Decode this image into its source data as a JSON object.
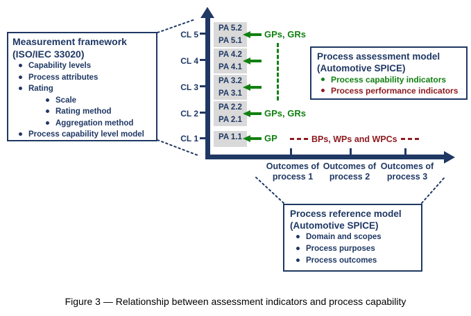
{
  "colors": {
    "navy": "#1F3864",
    "green": "#108010",
    "dark_red": "#8E1B20",
    "pa_box_gray": "#D9D9D9"
  },
  "measurement_box": {
    "title_line1": "Measurement framework",
    "title_line2": "(ISO/IEC 33020)",
    "items": [
      {
        "label": "Capability levels",
        "level": 1
      },
      {
        "label": "Process attributes",
        "level": 1
      },
      {
        "label": "Rating",
        "level": 1
      },
      {
        "label": "Scale",
        "level": 2
      },
      {
        "label": "Rating method",
        "level": 2
      },
      {
        "label": "Aggregation method",
        "level": 2
      },
      {
        "label": "Process capability level model",
        "level": 1
      }
    ]
  },
  "capability_axis": {
    "cl_labels": [
      "CL 5",
      "CL 4",
      "CL 3",
      "CL 2",
      "CL 1"
    ],
    "pa_boxes": [
      [
        "PA 5.2",
        "PA 5.1"
      ],
      [
        "PA 4.2",
        "PA 4.1"
      ],
      [
        "PA 3.2",
        "PA 3.1"
      ],
      [
        "PA 2.2",
        "PA 2.1"
      ],
      [
        "PA 1.1"
      ]
    ]
  },
  "indicator_labels": {
    "cl5": "GPs, GRs",
    "cl2": "GPs, GRs",
    "cl1": "GP",
    "performance": "BPs, WPs and WPCs"
  },
  "assessment_box": {
    "title_line1": "Process assessment model",
    "title_line2": "(Automotive SPICE)",
    "items": [
      {
        "label": "Process capability indicators",
        "color": "#108010"
      },
      {
        "label": "Process performance indicators",
        "color": "#8E1B20"
      }
    ]
  },
  "outcomes": [
    [
      "Outcomes of",
      "process 1"
    ],
    [
      "Outcomes of",
      "process 2"
    ],
    [
      "Outcomes of",
      "process 3"
    ]
  ],
  "reference_box": {
    "title_line1": "Process reference model",
    "title_line2": "(Automotive SPICE)",
    "items": [
      {
        "label": "Domain and scopes"
      },
      {
        "label": "Process purposes"
      },
      {
        "label": "Process outcomes"
      }
    ]
  },
  "caption": "Figure 3 — Relationship between assessment indicators and process capability"
}
